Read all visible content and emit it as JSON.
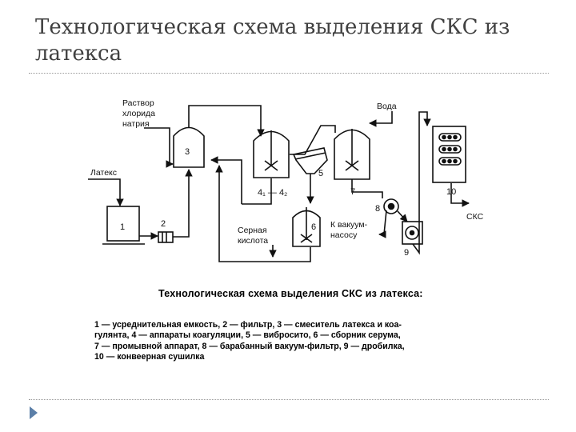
{
  "slide": {
    "title": "Технологическая схема выделения СКС из латекса"
  },
  "diagram": {
    "labels": {
      "nacl": [
        "Раствор",
        "хлорида",
        "натрия"
      ],
      "latex": "Латекс",
      "water": "Вода",
      "acid": [
        "Серная",
        "кислота"
      ],
      "vacuum": [
        "К вакуум-",
        "насосу"
      ],
      "product": "СКС"
    },
    "numbers": {
      "n1": "1",
      "n2": "2",
      "n3": "3",
      "n4": "4",
      "n5": "5",
      "n6": "6",
      "n7": "7",
      "n8": "8",
      "n9": "9",
      "n10": "10",
      "n41": "4₁ — 4₂"
    },
    "caption": "Технологическая схема выделения СКС из латекса:",
    "legend": [
      "1 — усреднительная емкость, 2 — фильтр, 3 — смеситель латекса и коа-",
      "гулянта, 4 — аппараты коагуляции, 5 — вибросито, 6 — сборник серума,",
      "7 — промывной аппарат, 8 — барабанный вакуум-фильтр, 9 — дробилка,",
      "10 — конвеерная сушилка"
    ]
  },
  "colors": {
    "title": "#404040",
    "rule": "#9a9a9a",
    "bullet": "#5b7fa8"
  }
}
